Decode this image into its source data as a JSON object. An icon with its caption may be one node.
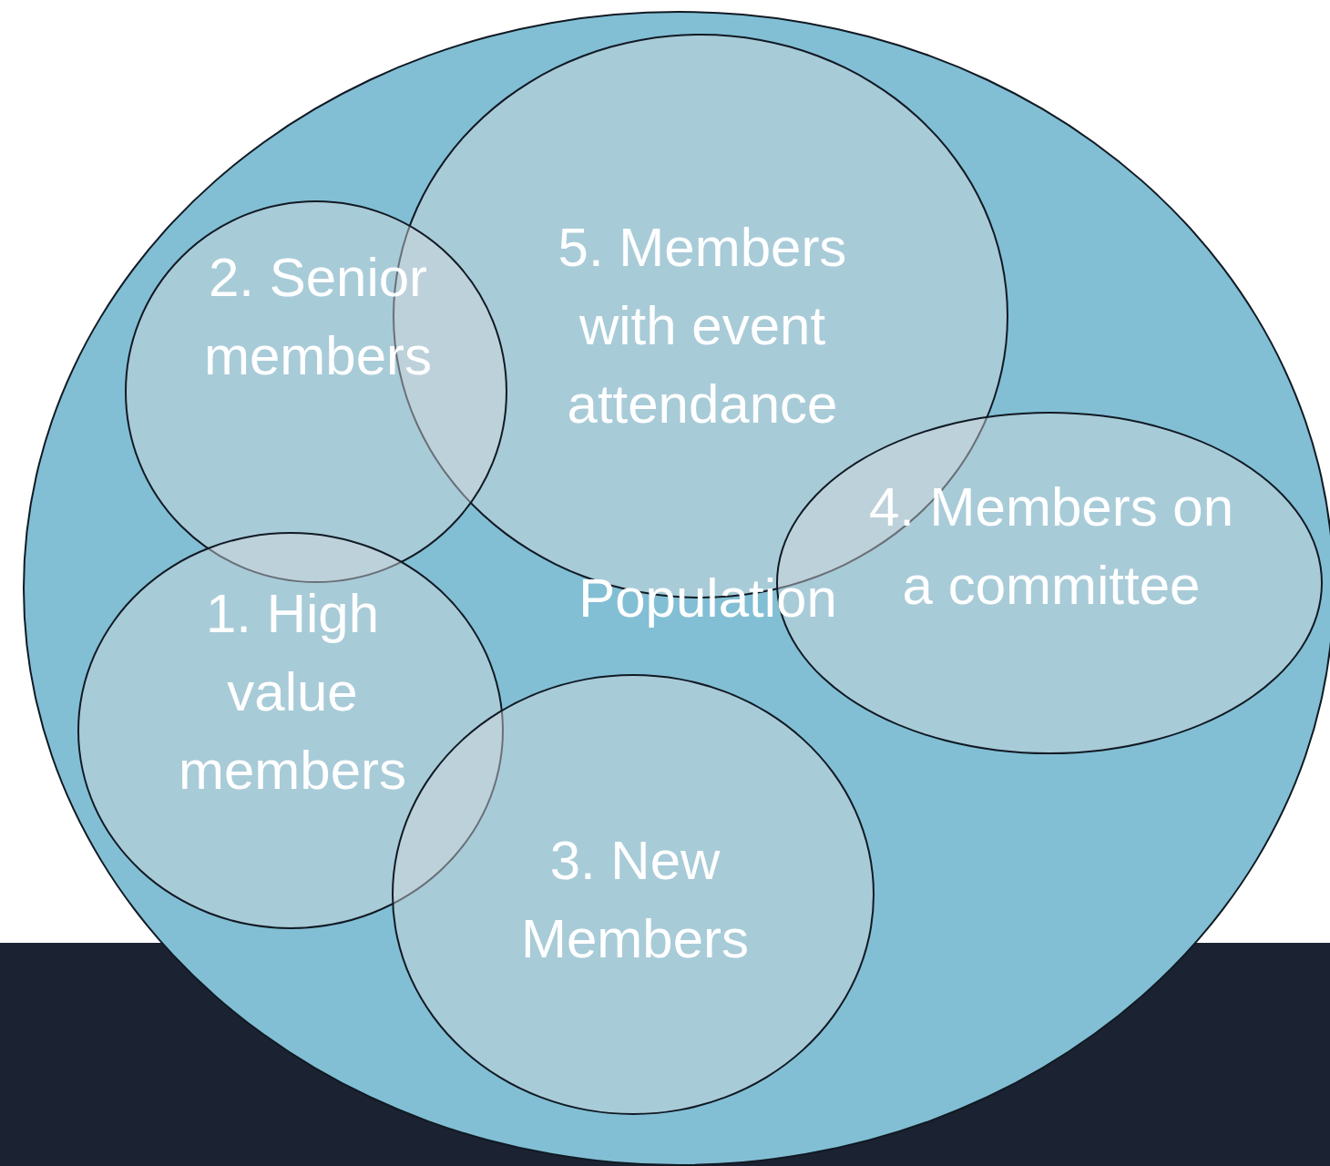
{
  "diagram": {
    "nodes": [
      {
        "text": [
          "Population"
        ]
      },
      {
        "text": [
          "5. Members with event attendance"
        ],
        "in": 0
      },
      {
        "text": [
          "2. Senior members"
        ],
        "in": 0
      },
      {
        "text": [
          "4. Members on a committee"
        ],
        "in": 0
      },
      {
        "text": [
          "1. High value members"
        ],
        "in": 0
      },
      {
        "text": [
          "3. New Members"
        ],
        "in": 0
      }
    ]
  }
}
